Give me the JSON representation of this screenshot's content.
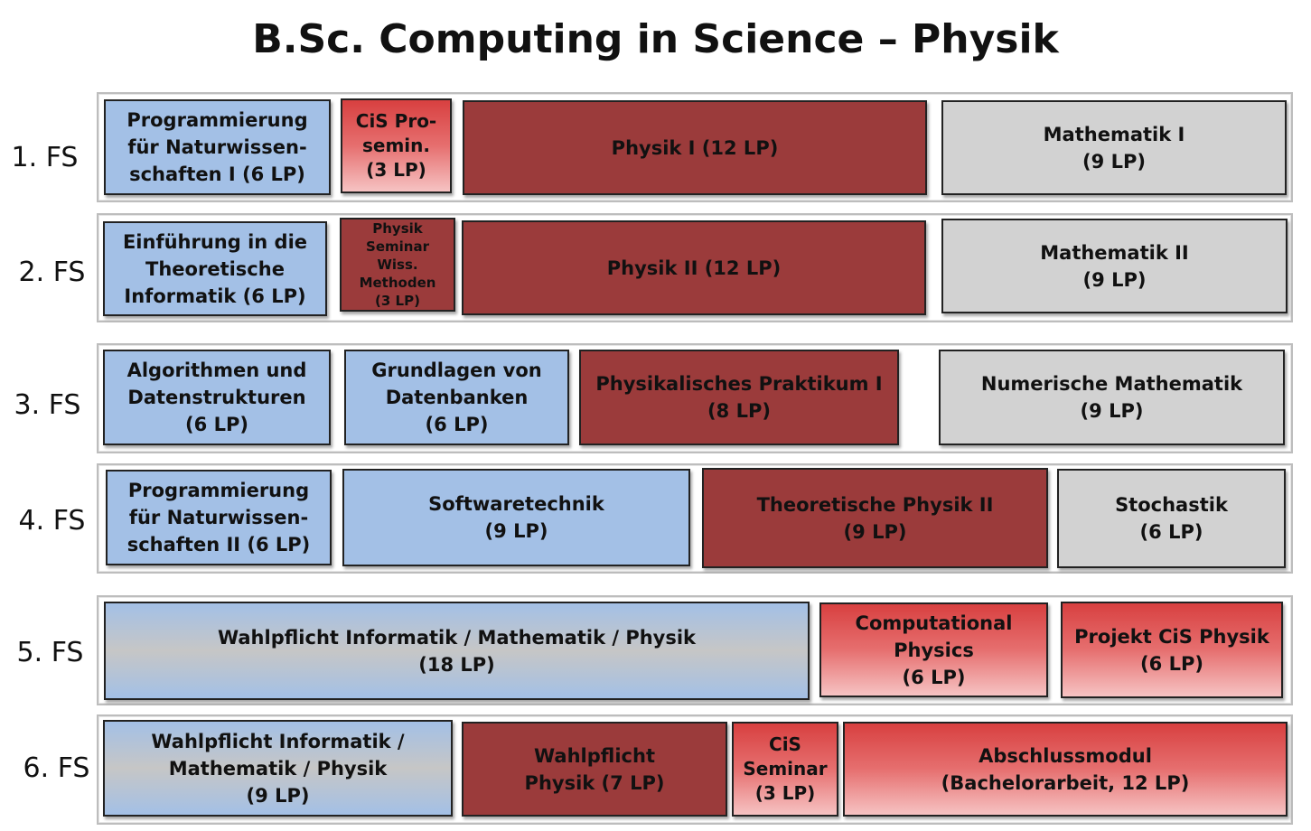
{
  "title": "B.Sc. Computing in Science – Physik",
  "semesters": [
    {
      "label": "1. FS"
    },
    {
      "label": "2. FS"
    },
    {
      "label": "3. FS"
    },
    {
      "label": "4. FS"
    },
    {
      "label": "5. FS"
    },
    {
      "label": "6. FS"
    }
  ],
  "modules": {
    "s1_programmierung": "Programmierung\nfür Naturwissen-\nschaften I (6 LP)",
    "s1_prosemin": "CiS Pro-\nsemin.\n(3 LP)",
    "s1_physik1": "Physik I (12 LP)",
    "s1_mathe1": "Mathematik I\n(9 LP)",
    "s2_einfuehrung": "Einführung in die\nTheoretische\nInformatik (6 LP)",
    "s2_seminar": "Physik\nSeminar\nWiss.\nMethoden\n(3 LP)",
    "s2_physik2": "Physik II (12 LP)",
    "s2_mathe2": "Mathematik II\n(9 LP)",
    "s3_algorithmen": "Algorithmen und\nDatenstrukturen\n(6 LP)",
    "s3_datenbanken": "Grundlagen von\nDatenbanken\n(6 LP)",
    "s3_praktikum": "Physikalisches Praktikum I\n(8 LP)",
    "s3_numerik": "Numerische Mathematik\n(9 LP)",
    "s4_programmierung2": "Programmierung\nfür Naturwissen-\nschaften II (6 LP)",
    "s4_software": "Softwaretechnik\n(9 LP)",
    "s4_theophysik": "Theoretische Physik II\n(9 LP)",
    "s4_stochastik": "Stochastik\n(6 LP)",
    "s5_wahlpflicht": "Wahlpflicht Informatik / Mathematik / Physik\n(18 LP)",
    "s5_computational": "Computational\nPhysics\n(6 LP)",
    "s5_projekt": "Projekt CiS Physik\n(6 LP)",
    "s6_wahlpflicht": "Wahlpflicht Informatik /\nMathematik / Physik\n(9 LP)",
    "s6_wahlpflicht_physik": "Wahlpflicht\nPhysik (7 LP)",
    "s6_seminar": "CiS\nSeminar\n(3 LP)",
    "s6_abschluss": "Abschlussmodul\n(Bachelorarbeit, 12 LP)"
  },
  "colors": {
    "informatik": "#a3c0e6",
    "physik": "#9b3b3b",
    "mathematik": "#d2d2d2",
    "cis": "#d84040"
  }
}
